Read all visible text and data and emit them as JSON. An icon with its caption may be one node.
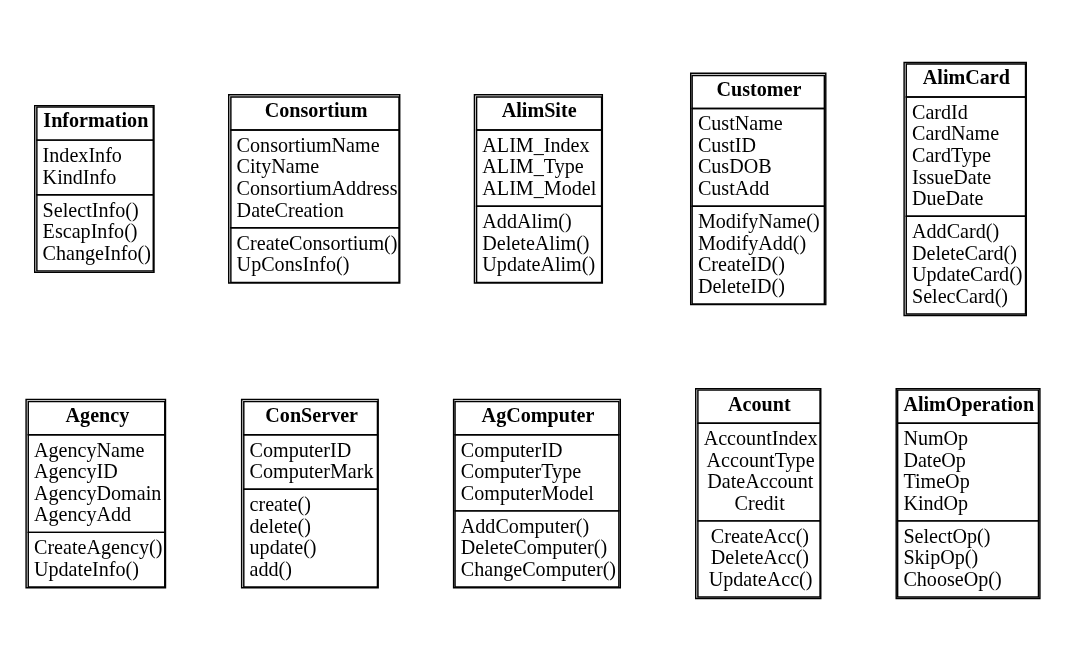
{
  "diagram": {
    "nodes": [
      {
        "text": [
          "Information",
          "IndexInfo KindInfo",
          "SelectInfo() EscapInfo() ChangeInfo()"
        ]
      },
      {
        "text": [
          "Consortium",
          "ConsortiumName CityName ConsortiumAddress DateCreation",
          "CreateConsortium() UpConsInfo()"
        ]
      },
      {
        "text": [
          "AlimSite",
          "ALIM_Index ALIM_Type ALIM_Model",
          "AddAlim() DeleteAlim() UpdateAlim()"
        ]
      },
      {
        "text": [
          "Customer",
          "CustName CustID CusDOB CustAdd",
          "ModifyName() ModifyAdd() CreateID() DeleteID()"
        ]
      },
      {
        "text": [
          "AlimCard",
          "CardId CardName CardType IssueDate DueDate",
          "AddCard() DeleteCard() UpdateCard() SelecCard()"
        ]
      },
      {
        "text": [
          "Agency",
          "AgencyName AgencyID AgencyDomain AgencyAdd",
          "CreateAgency() UpdateInfo()"
        ]
      },
      {
        "text": [
          "ConServer",
          "ComputerID ComputerMark",
          "create() delete() update() add()"
        ]
      },
      {
        "text": [
          "AgComputer",
          "ComputerID ComputerType ComputerModel",
          "AddComputer() DeleteComputer() ChangeComputer()"
        ]
      },
      {
        "text": [
          "Acount",
          "AccountIndex AccountType DateAccount Credit",
          "CreateAcc() DeleteAcc() UpdateAcc()"
        ]
      },
      {
        "text": [
          "AlimOperation",
          "NumOp DateOp TimeOp KindOp",
          "SelectOp() SkipOp() ChooseOp()"
        ]
      }
    ],
    "edges": []
  }
}
